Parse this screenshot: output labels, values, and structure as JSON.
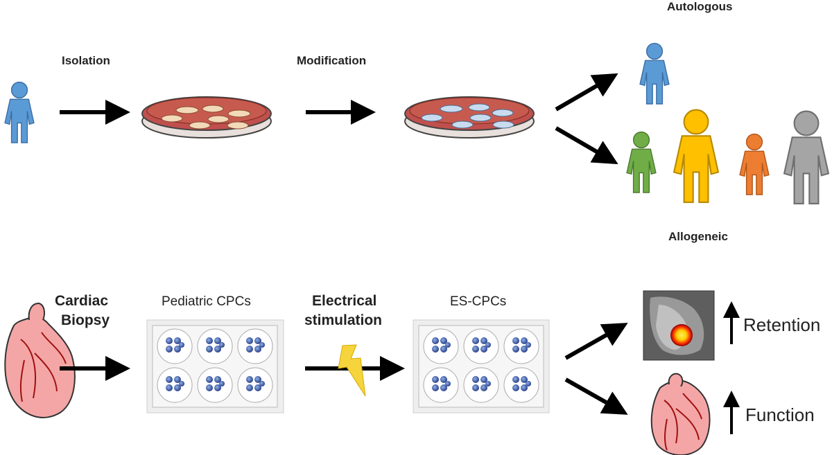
{
  "top_row": {
    "labels": {
      "isolation": "Isolation",
      "modification": "Modification",
      "autologous": "Autologous",
      "allogeneic": "Allogeneic"
    }
  },
  "bottom_row": {
    "labels": {
      "cardiac_biopsy_line1": "Cardiac",
      "cardiac_biopsy_line2": "Biopsy",
      "pediatric_cpcs": "Pediatric CPCs",
      "electrical_line1": "Electrical",
      "electrical_line2": "stimulation",
      "es_cpcs": "ES-CPCs",
      "retention": "Retention",
      "function": "Function"
    }
  },
  "colors": {
    "person_blue": "#5b9bd5",
    "person_green": "#70ad47",
    "person_yellow": "#ffc000",
    "person_orange": "#ed7d31",
    "person_gray": "#a5a5a5",
    "dish_medium": "#c0504d",
    "lightning": "#f6d43c",
    "heart": "#f4a6a6"
  }
}
